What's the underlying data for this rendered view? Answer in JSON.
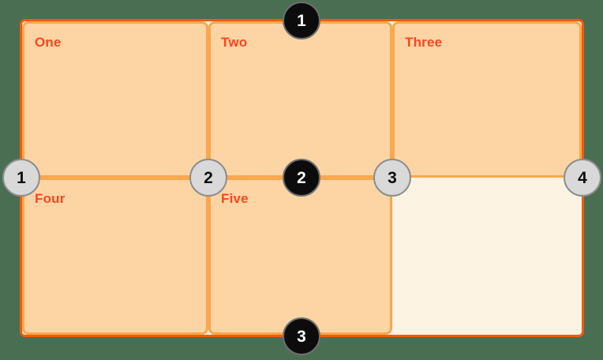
{
  "canvas": {
    "background_color": "#4a6e52"
  },
  "grid_diagram": {
    "container": {
      "fill_color": "#fdf3e3",
      "border_color": "#f25c08",
      "columns": 3,
      "rows": 2
    },
    "cell_style": {
      "fill_color": "#fdd5a4",
      "border_color": "#faa74e",
      "label_color": "#fa461e"
    },
    "cells": [
      {
        "label": "One",
        "column": 1,
        "row": 1
      },
      {
        "label": "Two",
        "column": 2,
        "row": 1
      },
      {
        "label": "Three",
        "column": 3,
        "row": 1
      },
      {
        "label": "Four",
        "column": 1,
        "row": 2
      },
      {
        "label": "Five",
        "column": 2,
        "row": 2
      }
    ],
    "empty_area": {
      "column": 3,
      "row": 2
    },
    "row_line_badges": {
      "style": {
        "fill_color": "#0c0c0c",
        "text_color": "#ffffff",
        "ring_color": "#6f6f6f"
      },
      "items": [
        {
          "number": "1"
        },
        {
          "number": "2"
        },
        {
          "number": "3"
        }
      ]
    },
    "column_line_badges": {
      "style": {
        "fill_color": "#d9d9d9",
        "text_color": "#0b0b0b",
        "ring_color": "#8d8d8d"
      },
      "items": [
        {
          "number": "1"
        },
        {
          "number": "2"
        },
        {
          "number": "3"
        },
        {
          "number": "4"
        }
      ]
    }
  }
}
